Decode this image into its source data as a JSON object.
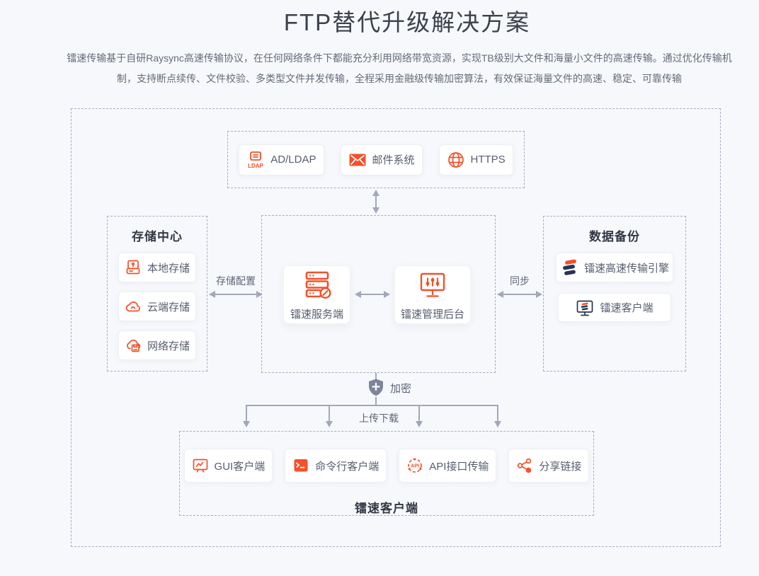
{
  "header": {
    "title": "FTP替代升级解决方案",
    "subtitle_line1": "镭速传输基于自研Raysync高速传输协议，在任何网络条件下都能充分利用网络带宽资源，实现TB级别大文件和海量小文件的高速传输。通过优化传输机",
    "subtitle_line2": "制，支持断点续传、文件校验、多类型文件并发传输，全程采用金融级传输加密算法，有效保证海量文件的高速、稳定、可靠传输"
  },
  "colors": {
    "accent_orange": "#f4502a",
    "brand_navy": "#2b3453",
    "arrow_gray": "#a2a8ba",
    "dashed_border": "#a6adc2",
    "page_background": "#f7f8fc"
  },
  "diagram": {
    "external_systems": {
      "items": [
        {
          "label": "AD/LDAP",
          "icon": "ldap-icon"
        },
        {
          "label": "邮件系统",
          "icon": "mail-icon"
        },
        {
          "label": "HTTPS",
          "icon": "globe-icon"
        }
      ]
    },
    "storage_center": {
      "title": "存储中心",
      "items": [
        {
          "label": "本地存储",
          "icon": "local-storage-icon"
        },
        {
          "label": "云端存储",
          "icon": "cloud-storage-icon"
        },
        {
          "label": "网络存储",
          "icon": "network-storage-icon"
        }
      ]
    },
    "core": {
      "items": [
        {
          "label": "镭速服务端",
          "icon": "server-icon"
        },
        {
          "label": "镭速管理后台",
          "icon": "admin-console-icon"
        }
      ]
    },
    "data_backup": {
      "title": "数据备份",
      "items": [
        {
          "label": "镭速高速传输引擎",
          "icon": "raysync-engine-icon"
        },
        {
          "label": "镭速客户端",
          "icon": "raysync-client-icon"
        }
      ]
    },
    "clients": {
      "title": "镭速客户端",
      "items": [
        {
          "label": "GUI客户端",
          "icon": "gui-client-icon"
        },
        {
          "label": "命令行客户端",
          "icon": "cli-client-icon"
        },
        {
          "label": "API接口传输",
          "icon": "api-icon"
        },
        {
          "label": "分享链接",
          "icon": "share-icon"
        }
      ]
    },
    "connection_labels": {
      "storage_config": "存储配置",
      "sync": "同步",
      "encrypt": "加密",
      "upload_download": "上传下载"
    },
    "icon_texts": {
      "ldap": "LDAP",
      "api": "API"
    }
  }
}
